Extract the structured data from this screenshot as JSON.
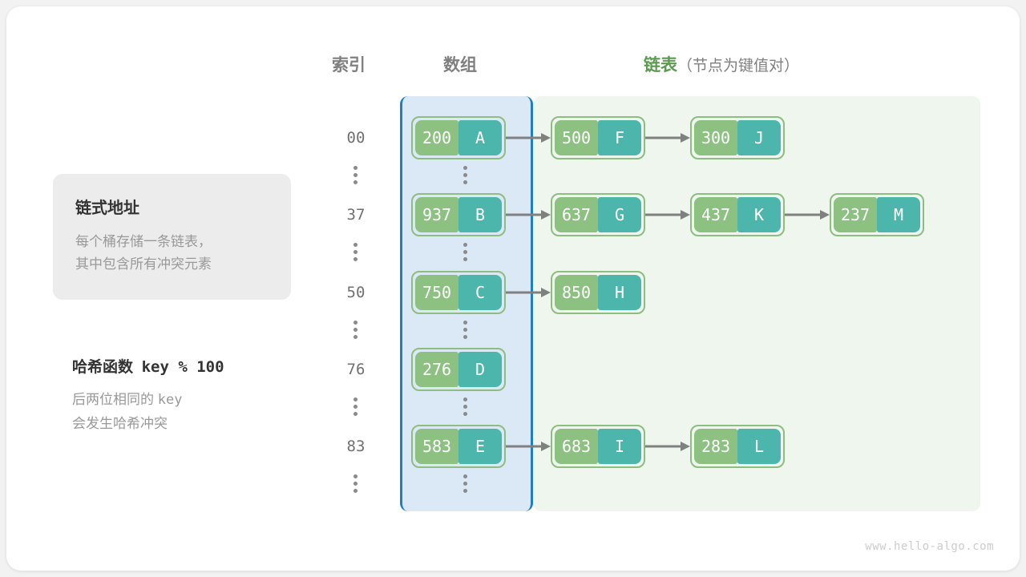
{
  "headers": {
    "index": "索引",
    "array": "数组",
    "list_strong": "链表",
    "list_sub": "（节点为键值对）"
  },
  "info_card": {
    "title": "链式地址",
    "line1": "每个桶存储一条链表，",
    "line2": "其中包含所有冲突元素"
  },
  "hash_note": {
    "title_label": "哈希函数",
    "title_expr": "key % 100",
    "line1_a": "后两位相同的",
    "line1_b": "key",
    "line2": "会发生哈希冲突"
  },
  "colors": {
    "key_box": "#8cc182",
    "value_box": "#4db6ac",
    "node_border": "#8dbd81",
    "array_region_bg": "#dbe9f6",
    "array_region_border": "#1e7fc4",
    "list_region_bg": "#eef6ee",
    "list_accent": "#5b9b4e",
    "arrow": "#808080",
    "muted_text": "#999999"
  },
  "buckets": [
    {
      "index": "00",
      "nodes": [
        {
          "key": "200",
          "value": "A"
        },
        {
          "key": "500",
          "value": "F"
        },
        {
          "key": "300",
          "value": "J"
        }
      ]
    },
    {
      "index": "37",
      "nodes": [
        {
          "key": "937",
          "value": "B"
        },
        {
          "key": "637",
          "value": "G"
        },
        {
          "key": "437",
          "value": "K"
        },
        {
          "key": "237",
          "value": "M"
        }
      ]
    },
    {
      "index": "50",
      "nodes": [
        {
          "key": "750",
          "value": "C"
        },
        {
          "key": "850",
          "value": "H"
        }
      ]
    },
    {
      "index": "76",
      "nodes": [
        {
          "key": "276",
          "value": "D"
        }
      ]
    },
    {
      "index": "83",
      "nodes": [
        {
          "key": "583",
          "value": "E"
        },
        {
          "key": "683",
          "value": "I"
        },
        {
          "key": "283",
          "value": "L"
        }
      ]
    }
  ],
  "ellipsis_icon": "vertical-ellipsis-icon",
  "watermark": "www.hello-algo.com"
}
